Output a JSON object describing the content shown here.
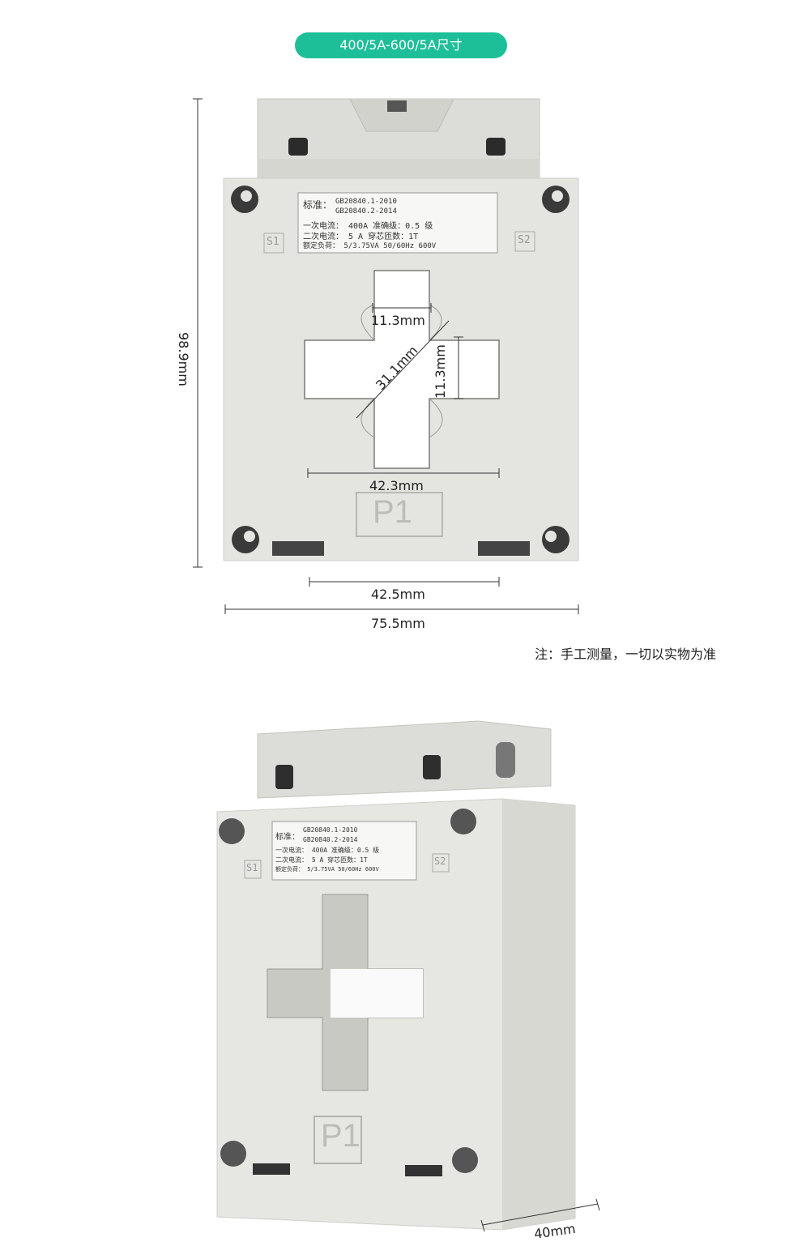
{
  "header": {
    "title": "400/5A-600/5A尺寸"
  },
  "dimensions": {
    "height": "98.9mm",
    "slot_top": "11.3mm",
    "slot_side": "11.3mm",
    "diameter": "31.1mm",
    "window_width": "42.3mm",
    "base_width": "42.5mm",
    "total_width": "75.5mm",
    "depth": "40mm"
  },
  "note": "注：手工测量，一切以实物为准",
  "nameplate": {
    "std_label": "标准：",
    "std1": "GB20840.1-2010",
    "std2": "GB20840.2-2014",
    "row1": "一次电流： 400A  准确级：0.5 级",
    "row2": "二次电流：  5  A  穿芯匝数：1T",
    "row3": "额定负荷：  5/3.75VA  50/60Hz  600V"
  },
  "terminals": {
    "s1": "S1",
    "s2": "S2",
    "p1": "P1"
  },
  "icons": [
    "mounting-hole-icon",
    "terminal-screw-icon"
  ]
}
